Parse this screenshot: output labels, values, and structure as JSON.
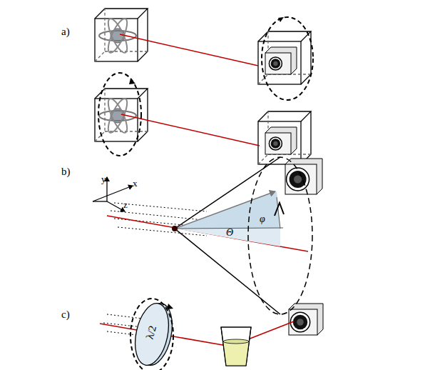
{
  "diagram": {
    "labels": [
      "a)",
      "b)",
      "c)",
      "y",
      "x",
      "z",
      "Θ",
      "φ",
      "λ/2"
    ]
  }
}
